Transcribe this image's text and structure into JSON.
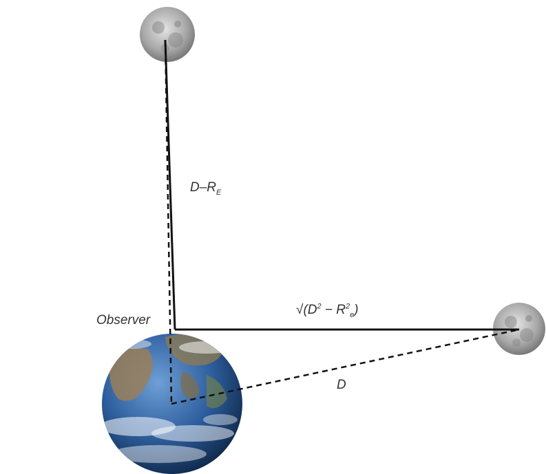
{
  "labels": {
    "vertical_distance": {
      "main": "D–R",
      "sub": "E"
    },
    "observer": "Observer",
    "horizontal_distance": {
      "radical": "√",
      "open": "(D",
      "sup1": "2",
      "minus": " − R",
      "sup2": "2",
      "sub2": "e",
      "close": ")"
    },
    "hypotenuse": "D"
  },
  "colors": {
    "line": "#111111",
    "text": "#333333",
    "earth_ocean": "#2f5f9e",
    "earth_land": "#9a7f5a",
    "moon": "#8f8f8f"
  }
}
